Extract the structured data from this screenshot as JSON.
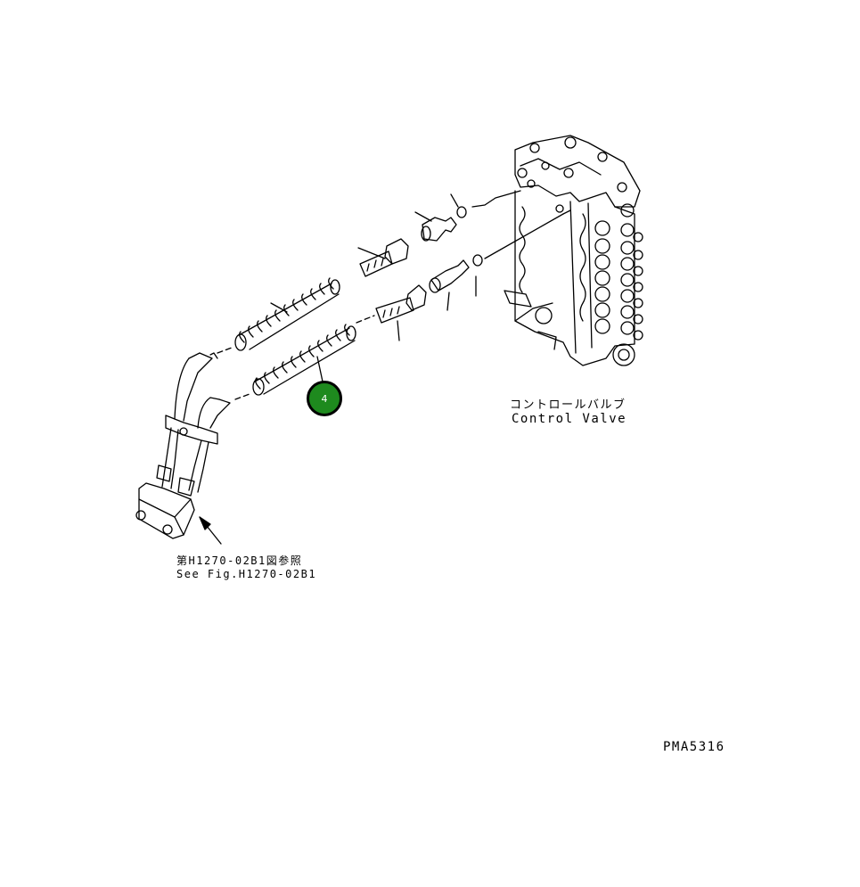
{
  "labels": {
    "control_valve_jp": "コントロールバルブ",
    "control_valve_en": "Control Valve",
    "see_fig_jp": "第H1270-02B1図参照",
    "see_fig_en": "See Fig.H1270-02B1",
    "drawing_number": "PMA5316"
  },
  "callouts": [
    {
      "number": "4",
      "color": "#1e8a1e"
    }
  ]
}
